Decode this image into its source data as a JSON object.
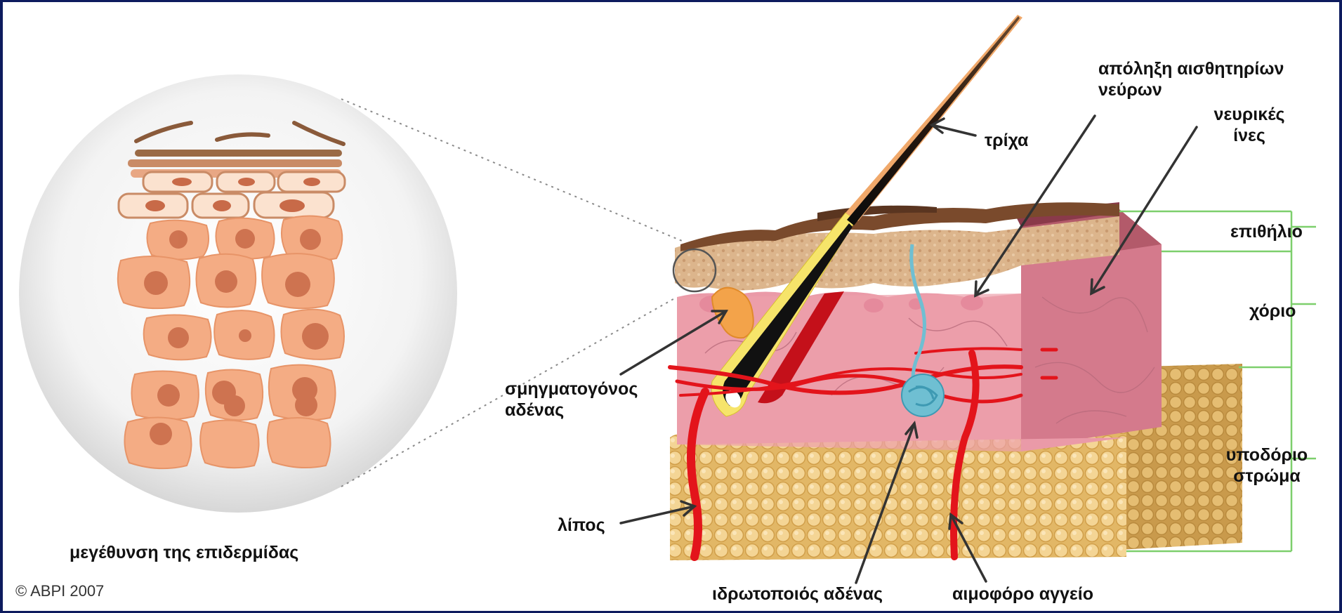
{
  "labels": {
    "hair": "τρίχα",
    "nerve_endings_l1": "απόληξη αισθητηρίων",
    "nerve_endings_l2": "νεύρων",
    "nerve_fibers_l1": "νευρικές",
    "nerve_fibers_l2": "ίνες",
    "epithelium": "επιθήλιο",
    "dermis": "χόριο",
    "subcutaneous_l1": "υποδόριο",
    "subcutaneous_l2": "στρώμα",
    "sebaceous_l1": "σμηγματογόνος",
    "sebaceous_l2": "αδένας",
    "fat": "λίπος",
    "sweat_gland": "ιδρωτοποιός αδένας",
    "blood_vessel": "αιμοφόρο αγγείο"
  },
  "caption": "μεγέθυνση της επιδερμίδας",
  "copyright": "© ABPI 2007",
  "colors": {
    "frame": "#0d1b5e",
    "epidermis": "#d9b48a",
    "epidermis_top": "#7a4a2c",
    "dermis": "#ea9aa8",
    "subcutaneous": "#e8c27a",
    "blood_vessel": "#e3141b",
    "sweat_gland": "#6fbfd2",
    "sebaceous_gland": "#f3a34a",
    "cell": "#f4ac84",
    "cell_nucleus": "#c86a48",
    "guide_lines": "#7dcf6c"
  }
}
